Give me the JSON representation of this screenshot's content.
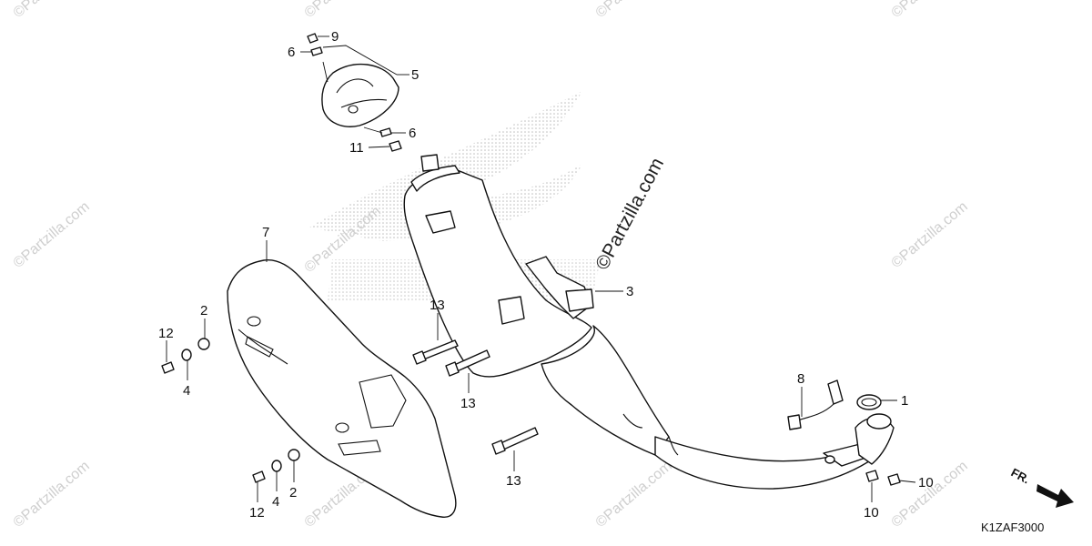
{
  "diagram_code": "K1ZAF3000",
  "direction_label": "FR.",
  "main_watermark": "©Partzilla.com",
  "bg_watermark": "©Partzilla.com",
  "callouts": {
    "c1": "1",
    "c2a": "2",
    "c2b": "2",
    "c3": "3",
    "c4a": "4",
    "c4b": "4",
    "c5": "5",
    "c6a": "6",
    "c6b": "6",
    "c7": "7",
    "c8": "8",
    "c9": "9",
    "c10a": "10",
    "c10b": "10",
    "c11": "11",
    "c12a": "12",
    "c12b": "12",
    "c13a": "13",
    "c13b": "13",
    "c13c": "13"
  }
}
